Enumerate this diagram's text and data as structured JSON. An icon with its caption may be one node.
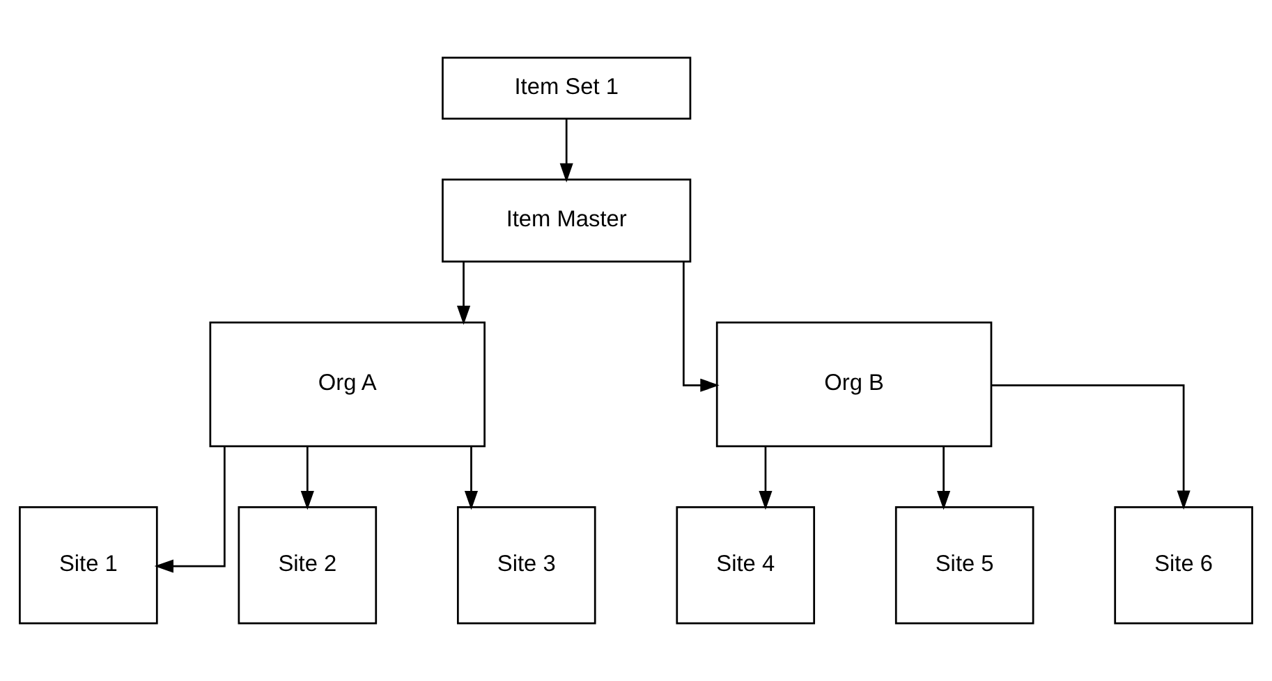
{
  "diagram": {
    "nodes": [
      {
        "text": [
          "Item Set 1"
        ]
      },
      {
        "text": [
          "Item Master"
        ]
      },
      {
        "text": [
          "Org A"
        ]
      },
      {
        "text": [
          "Org B"
        ]
      },
      {
        "text": [
          "Site 1"
        ]
      },
      {
        "text": [
          "Site 2"
        ]
      },
      {
        "text": [
          "Site 3"
        ]
      },
      {
        "text": [
          "Site 4"
        ]
      },
      {
        "text": [
          "Site 5"
        ]
      },
      {
        "text": [
          "Site 6"
        ]
      }
    ],
    "edges": [
      {
        "from": 0,
        "to": 1,
        "arrow": "to"
      },
      {
        "from": 1,
        "to": 2,
        "arrow": "to"
      },
      {
        "from": 1,
        "to": 3,
        "arrow": "to"
      },
      {
        "from": 2,
        "to": 4,
        "arrow": "to"
      },
      {
        "from": 2,
        "to": 5,
        "arrow": "to"
      },
      {
        "from": 2,
        "to": 6,
        "arrow": "to"
      },
      {
        "from": 3,
        "to": 7,
        "arrow": "to"
      },
      {
        "from": 3,
        "to": 8,
        "arrow": "to"
      },
      {
        "from": 3,
        "to": 9,
        "arrow": "to"
      }
    ]
  }
}
